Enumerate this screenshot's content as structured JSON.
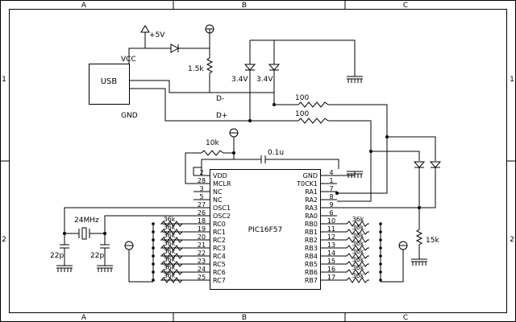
{
  "frame": {
    "zones_top": [
      "A",
      "B",
      "C"
    ],
    "zones_bottom": [
      "A",
      "B",
      "C"
    ],
    "zones_left": [
      "1",
      "2"
    ],
    "zones_right": [
      "1",
      "2"
    ]
  },
  "components": {
    "usb": {
      "label": "USB",
      "vcc": "VCC",
      "gnd": "GND",
      "dminus": "D-",
      "dplus": "D+"
    },
    "supply": "+5V",
    "r_pullup": "1.5k",
    "zener1": "3.4V",
    "zener2": "3.4V",
    "r_dminus": "100",
    "r_dplus": "100",
    "r_mclr": "10k",
    "c_bypass": "0.1u",
    "crystal": "24MHz",
    "c_osc1": "22p",
    "c_osc2": "22p",
    "r_ra2": "15k",
    "r_array": "36k"
  },
  "mcu": {
    "name": "PIC16F57",
    "left_pins": [
      {
        "num": "2",
        "name": "VDD"
      },
      {
        "num": "28",
        "name": "MCLR"
      },
      {
        "num": "3",
        "name": "NC"
      },
      {
        "num": "5",
        "name": "NC"
      },
      {
        "num": "27",
        "name": "OSC1"
      },
      {
        "num": "26",
        "name": "OSC2"
      },
      {
        "num": "18",
        "name": "RC0"
      },
      {
        "num": "19",
        "name": "RC1"
      },
      {
        "num": "20",
        "name": "RC2"
      },
      {
        "num": "21",
        "name": "RC3"
      },
      {
        "num": "22",
        "name": "RC4"
      },
      {
        "num": "23",
        "name": "RC5"
      },
      {
        "num": "24",
        "name": "RC6"
      },
      {
        "num": "25",
        "name": "RC7"
      }
    ],
    "right_pins": [
      {
        "num": "4",
        "name": "GND"
      },
      {
        "num": "1",
        "name": "T0CK1"
      },
      {
        "num": "7",
        "name": "RA1"
      },
      {
        "num": "8",
        "name": "RA2"
      },
      {
        "num": "9",
        "name": "RA3"
      },
      {
        "num": "6",
        "name": "RA0"
      },
      {
        "num": "10",
        "name": "RB0"
      },
      {
        "num": "11",
        "name": "RB1"
      },
      {
        "num": "12",
        "name": "RB2"
      },
      {
        "num": "13",
        "name": "RB3"
      },
      {
        "num": "14",
        "name": "RB4"
      },
      {
        "num": "15",
        "name": "RB5"
      },
      {
        "num": "16",
        "name": "RB6"
      },
      {
        "num": "17",
        "name": "RB7"
      }
    ]
  }
}
